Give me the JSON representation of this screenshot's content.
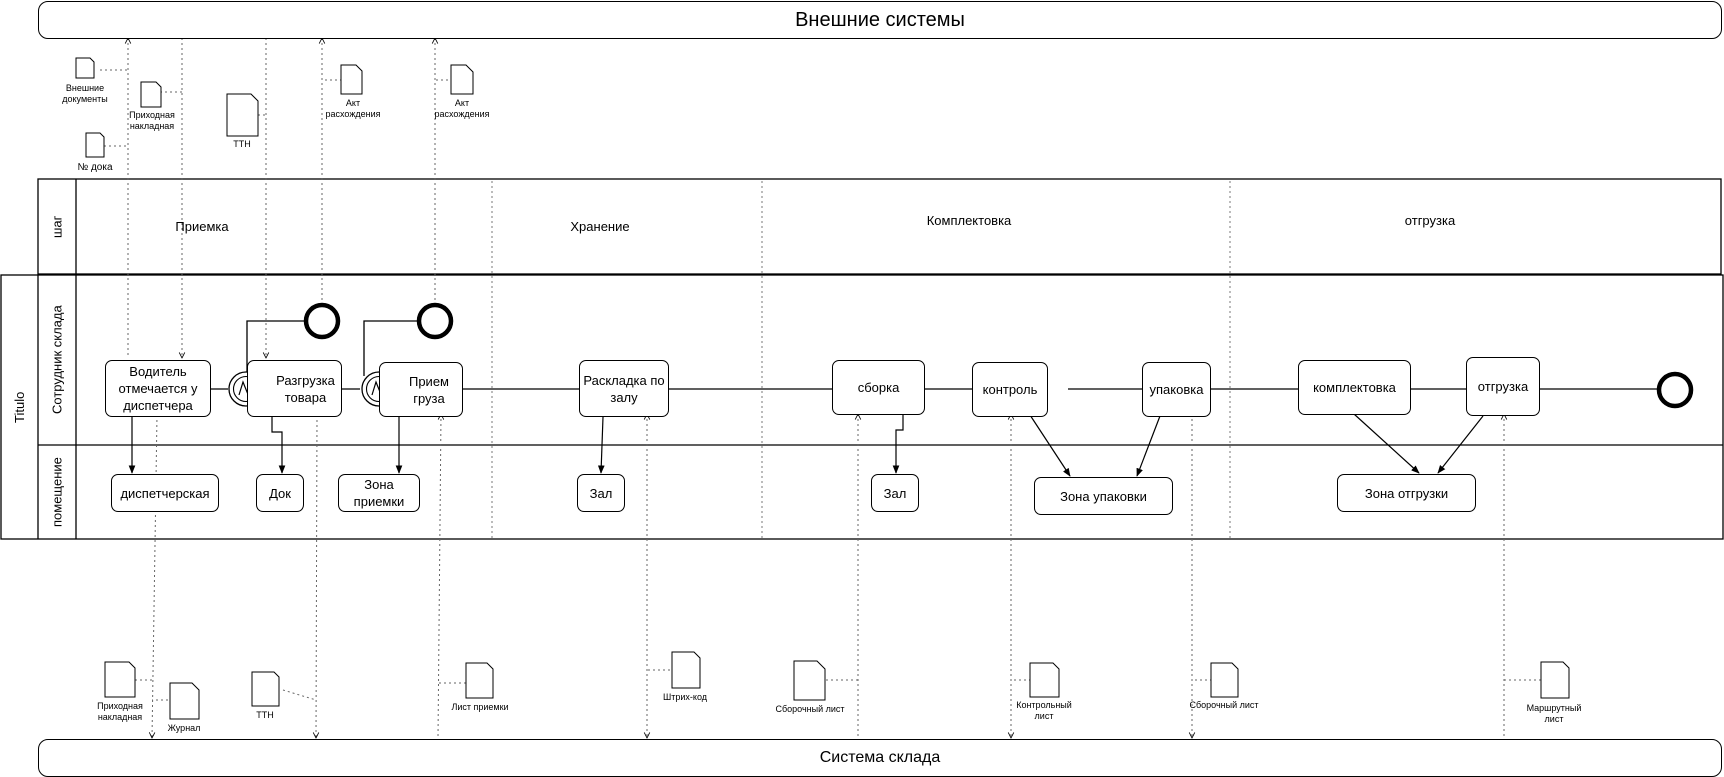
{
  "external_systems": "Внешние системы",
  "warehouse_system": "Система  склада",
  "pool_label": "Titulo",
  "lanes": {
    "step": "шаг",
    "worker": "Сотрудник склада",
    "room": "помещение"
  },
  "steps": [
    "Приемка",
    "Хранение",
    "Комплектовка",
    "отгрузка"
  ],
  "tasks": {
    "driver": "Водитель отмечается у диспетчера",
    "unload": "Разгрузка товара",
    "receive": "Прием груза",
    "layout": "Раскладка по залу",
    "assembly": "сборка",
    "control": "контроль",
    "packing": "упаковка",
    "picking": "комплектовка",
    "shipping": "отгрузка"
  },
  "rooms": {
    "dispatch": "диспетчерская",
    "dock": "Док",
    "reception": "Зона приемки",
    "hall1": "Зал",
    "hall2": "Зал",
    "packing_zone": "Зона упаковки",
    "shipping_zone": "Зона отгрузки"
  },
  "docs_top": {
    "external": "Внешние документы",
    "invoice": "Приходная накладная",
    "dock_no": "№ дока",
    "ttn": "ТТН",
    "act1": "Акт расхождения",
    "act2": "Акт расхождения"
  },
  "docs_bottom": {
    "invoice": "Приходная накладная",
    "journal": "Журнал",
    "ttn": "ТТН",
    "receipt_sheet": "Лист приемки",
    "barcode": "Штрих-код",
    "assembly_sheet": "Сборочный лист",
    "control_sheet": "Контрольный лист",
    "assembly_sheet2": "Сборочный лист",
    "route_sheet": "Маршрутный лист"
  }
}
